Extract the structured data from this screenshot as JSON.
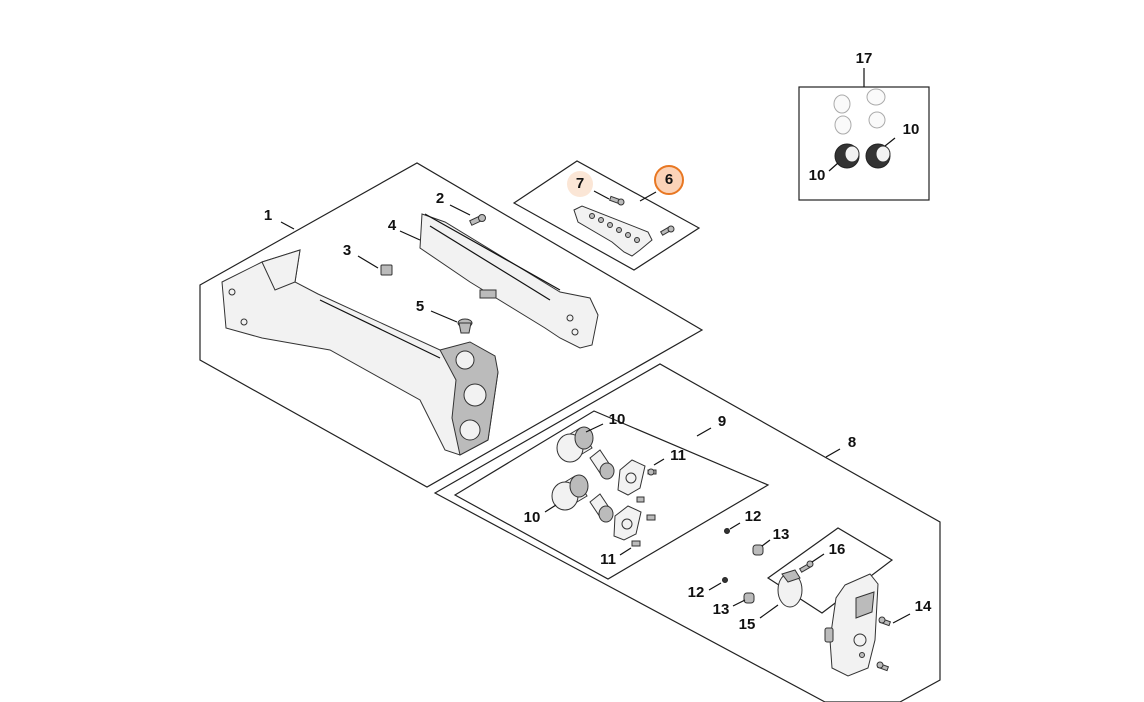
{
  "diagram": {
    "callouts": {
      "c1": "1",
      "c2": "2",
      "c3": "3",
      "c4": "4",
      "c5": "5",
      "c6": "6",
      "c7": "7",
      "c8": "8",
      "c9": "9",
      "c10a": "10",
      "c10b": "10",
      "c10c": "10",
      "c10d": "10",
      "c11a": "11",
      "c11b": "11",
      "c12a": "12",
      "c12b": "12",
      "c13a": "13",
      "c13b": "13",
      "c14": "14",
      "c15": "15",
      "c16": "16",
      "c17": "17"
    },
    "colors": {
      "highlight_outline": "#e87722",
      "highlight_fill_active": "#fbd3b8",
      "highlight_fill_inactive": "#fbe6d6"
    },
    "highlighted_parts": [
      "6",
      "7"
    ]
  }
}
